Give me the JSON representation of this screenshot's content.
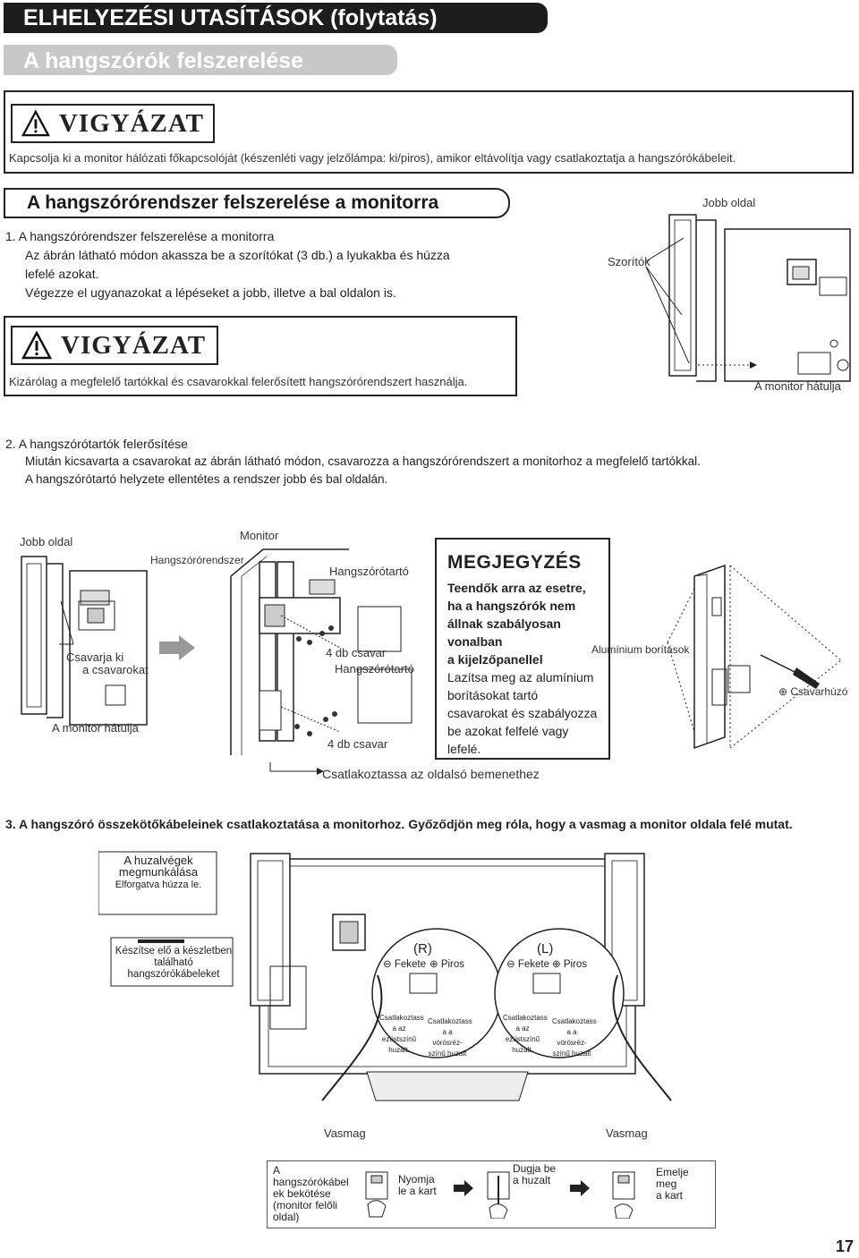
{
  "header": {
    "title": "ELHELYEZÉSI UTASÍTÁSOK (folytatás)",
    "subtitle": "A hangszórók felszerelése"
  },
  "warning1": {
    "title": "VIGYÁZAT",
    "text": "Kapcsolja ki a monitor hálózati főkapcsolóját (készenléti vagy jelzőlámpa: ki/piros), amikor eltávolítja vagy csatlakoztatja a hangszórókábeleit."
  },
  "section": {
    "title": "A hangszórórendszer felszerelése a monitorra"
  },
  "step1": {
    "heading": "1.  A hangszórórendszer felszerelése a monitorra",
    "line1": "Az ábrán látható módon akassza be a szorítókat (3 db.) a lyukakba és húzza",
    "line2": "lefelé azokat.",
    "line3": "Végezze el ugyanazokat a lépéseket a jobb, illetve a bal oldalon is."
  },
  "fig1": {
    "right_side": "Jobb oldal",
    "clamps": "Szorítók",
    "back": "A monitor hátulja"
  },
  "warning2": {
    "title": "VIGYÁZAT",
    "text": "Kizárólag a megfelelő tartókkal és csavarokkal felerősített hangszórórendszert használja."
  },
  "step2": {
    "heading": "2.  A hangszórótartók felerősítése",
    "line1": "Miután kicsavarta a csavarokat az ábrán látható módon, csavarozza a hangszórórendszert a monitorhoz a megfelelő tartókkal.",
    "line2": "A hangszórótartó helyzete ellentétes a rendszer jobb és bal oldalán."
  },
  "fig2": {
    "right_side": "Jobb oldal",
    "unscrew1": "Csavarja ki",
    "unscrew2": "a csavarokat",
    "back": "A monitor hátulja",
    "speaker_system": "Hangszórórendszer",
    "monitor": "Monitor",
    "holder1": "Hangszórótartó",
    "screws1": "4 db csavar",
    "holder2": "Hangszórótartó",
    "screws2": "4 db csavar",
    "connect_side": "Csatlakoztassa az oldalsó bemenethez"
  },
  "note": {
    "title": "MEGJEGYZÉS",
    "bold_lines": [
      "Teendők arra az esetre,",
      "ha a hangszórók nem",
      "állnak szabályosan",
      "vonalban",
      "a kijelzőpanellel"
    ],
    "plain_lines": [
      "Lazítsa meg az alumínium",
      "borításokat tartó",
      "csavarokat és szabályozza",
      "be azokat felfelé vagy",
      "lefelé."
    ]
  },
  "fig3": {
    "aluminum_covers": "Alumínium borítások",
    "screwdriver": "⊕ Csavarhúzó"
  },
  "step3": {
    "heading": "3.  A hangszóró összekötőkábeleinek csatlakoztatása a monitorhoz. Győződjön meg róla, hogy a vasmag a monitor oldala felé mutat."
  },
  "fig4": {
    "wire_title1": "A huzalvégek",
    "wire_title2": "megmunkálása",
    "wire_sub": "Elforgatva húzza le.",
    "prepare1": "Készítse elő a készletben",
    "prepare2": "található",
    "prepare3": "hangszórókábeleket",
    "right_ch": "(R)",
    "left_ch": "(L)",
    "black_r": "⊖ Fekete",
    "red_r": "⊕ Piros",
    "black_l": "⊖ Fekete",
    "red_l": "⊕ Piros",
    "conn_silver_1": "Csatlakoztass",
    "conn_silver_2": "a az",
    "conn_silver_3": "ezüstszínű",
    "conn_silver_4": "huzalt.",
    "conn_red_1": "Csatlakoztass",
    "conn_red_2": "a a vörösréz-",
    "conn_red_3": "színű huzalt",
    "ferrite_left": "Vasmag",
    "ferrite_right": "Vasmag"
  },
  "steps_box": {
    "intro": [
      "A",
      "hangszórókábel",
      "ek bekötése",
      "(monitor felőli",
      "oldal)"
    ],
    "press": [
      "Nyomja",
      "le a kart"
    ],
    "insert": [
      "Dugja be",
      "a huzalt"
    ],
    "lift": [
      "Emelje",
      "meg",
      "a kart"
    ]
  },
  "page": {
    "number": "17"
  }
}
